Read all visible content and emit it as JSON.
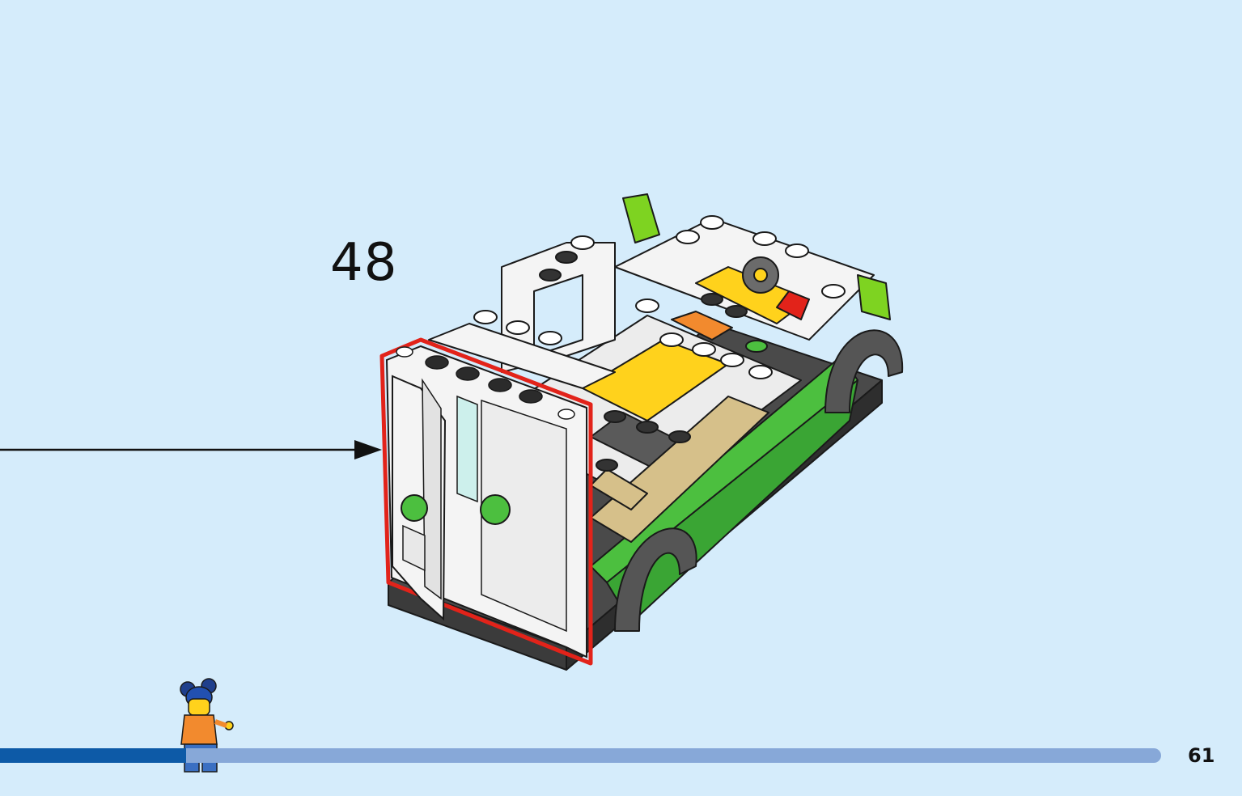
{
  "step": {
    "number": "48"
  },
  "page": {
    "number": "61"
  },
  "progress": {
    "fraction": 0.16
  },
  "colors": {
    "background": "#d5ecfb",
    "progress_done": "#0d5aa7",
    "progress_remaining": "#87a8d8",
    "highlight": "#e2231a",
    "brick_green": "#4cbf3f",
    "brick_white": "#f4f4f4",
    "brick_yellow": "#ffd21c",
    "brick_tan": "#d6c08a",
    "brick_orange": "#f28a2e"
  },
  "icons": {
    "arrow": "arrow-right-icon",
    "minifigure": "worker-minifigure-icon"
  }
}
